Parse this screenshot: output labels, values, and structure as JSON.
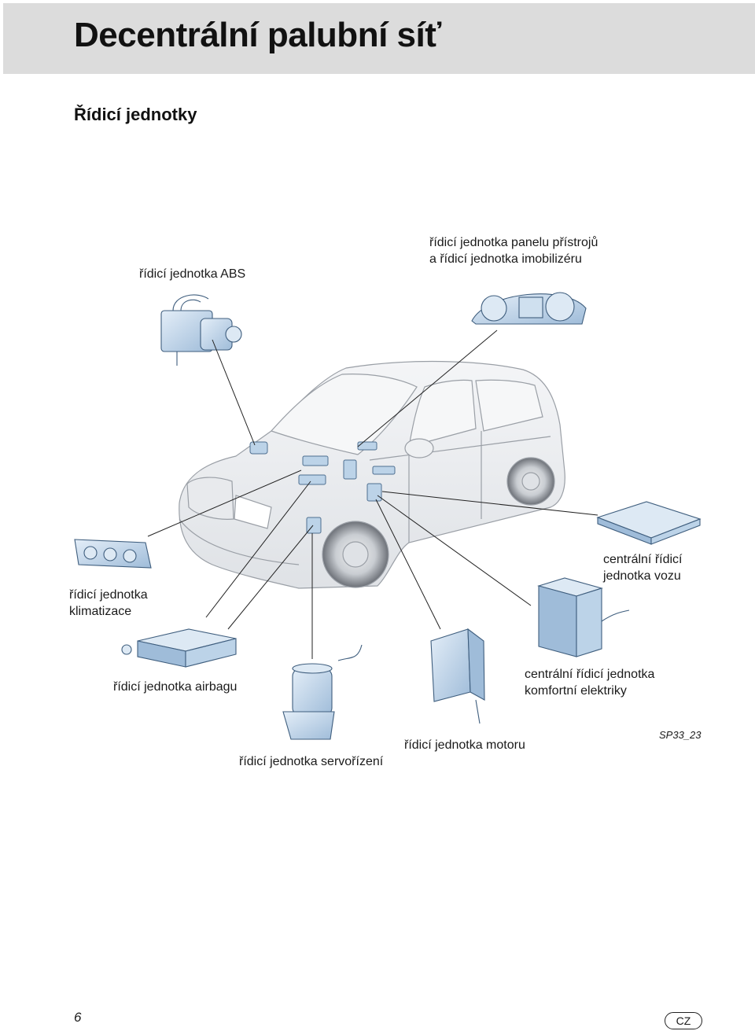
{
  "header": {
    "title": "Decentrální palubní síť"
  },
  "section": {
    "heading": "Řídicí jednotky"
  },
  "figure": {
    "labels": {
      "abs": "řídicí jednotka ABS",
      "instrument_panel_line1": "řídicí jednotka panelu přístrojů",
      "instrument_panel_line2": "a řídicí jednotka imobilizéru",
      "climate_line1": "řídicí jednotka",
      "climate_line2": "klimatizace",
      "central_vehicle_line1": "centrální řídicí",
      "central_vehicle_line2": "jednotka vozu",
      "airbag": "řídicí jednotka airbagu",
      "comfort_line1": "centrální řídicí jednotka",
      "comfort_line2": "komfortní elektriky",
      "engine": "řídicí jednotka motoru",
      "power_steering": "řídicí jednotka servořízení"
    },
    "code": "SP33_23"
  },
  "footer": {
    "page_number": "6",
    "language": "CZ"
  },
  "colors": {
    "header_band": "#dcdcdc",
    "unit_fill": "#bcd3e8",
    "unit_highlight": "#dde9f4",
    "car_body": "#eef0f2",
    "car_outline": "#9a9fa6",
    "leader_line": "#222222"
  }
}
